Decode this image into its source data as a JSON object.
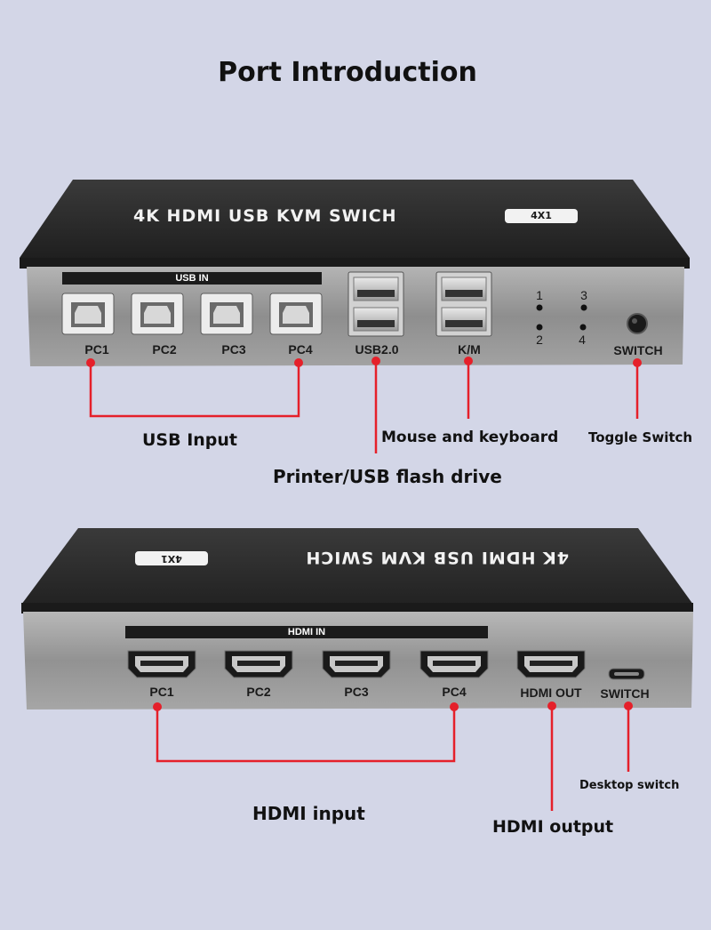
{
  "title": "Port Introduction",
  "top_unit": {
    "brand": "4K HDMI USB KVM SWICH",
    "badge": "4X1",
    "strip_label": "USB IN",
    "ports": [
      "PC1",
      "PC2",
      "PC3",
      "PC4"
    ],
    "usb2_label": "USB2.0",
    "km_label": "K/M",
    "leds": [
      "1",
      "3",
      "2",
      "4"
    ],
    "switch_label": "SWITCH",
    "callouts": {
      "usb_input": "USB Input",
      "printer": "Printer/USB flash drive",
      "mouse_keyboard": "Mouse and keyboard",
      "toggle_switch": "Toggle Switch"
    }
  },
  "bottom_unit": {
    "brand": "4K HDMI USB KVM SWICH",
    "badge": "4X1",
    "strip_label": "HDMI IN",
    "ports": [
      "PC1",
      "PC2",
      "PC3",
      "PC4"
    ],
    "hdmi_out_label": "HDMI OUT",
    "switch_label": "SWITCH",
    "callouts": {
      "hdmi_input": "HDMI input",
      "hdmi_output": "HDMI output",
      "desktop_switch": "Desktop switch"
    }
  },
  "colors": {
    "background": "#d3d6e7",
    "callout_red": "#e5202a",
    "panel_gray": "#9a9a9a",
    "housing_black": "#2a2a2a"
  }
}
